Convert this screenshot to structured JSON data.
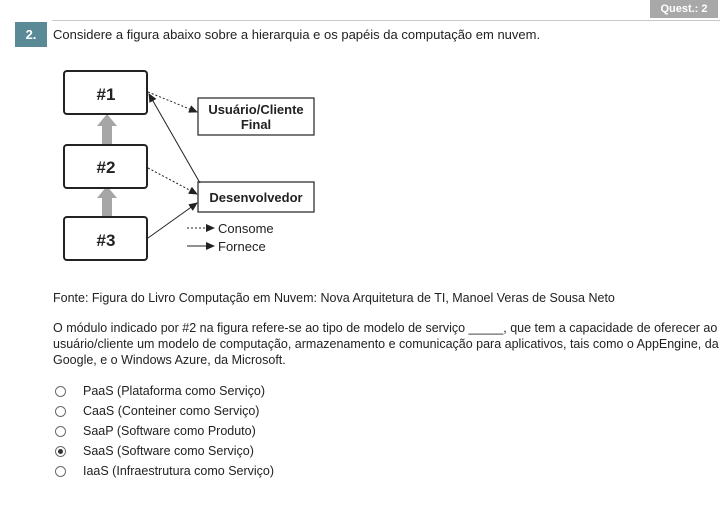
{
  "header": {
    "quest_label": "Quest.: 2"
  },
  "question": {
    "number": "2.",
    "prompt": "Considere a figura abaixo sobre a hierarquia e os papéis da computação em nuvem.",
    "figure": {
      "box1": "#1",
      "box2": "#2",
      "box3": "#3",
      "user_line1": "Usuário/Cliente",
      "user_line2": "Final",
      "developer": "Desenvolvedor",
      "legend_consome": "Consome",
      "legend_fornece": "Fornece"
    },
    "source": "Fonte: Figura do Livro Computação em Nuvem: Nova Arquitetura de TI, Manoel Veras de Sousa Neto",
    "body": "O módulo indicado por #2 na figura refere-se ao tipo de modelo de serviço _____, que tem a capacidade de oferecer ao usuário/cliente um modelo de computação, armazenamento e comunicação para aplicativos, tais como o AppEngine, da Google, e o Windows Azure, da Microsoft.",
    "options": [
      {
        "label": "PaaS (Plataforma como Serviço)",
        "selected": false
      },
      {
        "label": "CaaS (Conteiner como Serviço)",
        "selected": false
      },
      {
        "label": "SaaP (Software como Produto)",
        "selected": false
      },
      {
        "label": "SaaS (Software como Serviço)",
        "selected": true
      },
      {
        "label": "IaaS (Infraestrutura como Serviço)",
        "selected": false
      }
    ]
  }
}
